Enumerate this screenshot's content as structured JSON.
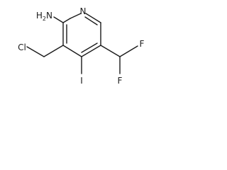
{
  "molecule": {
    "labels": {
      "amine_h": "H",
      "amine_sub": "2",
      "amine_n": "N",
      "ring_n": "N",
      "chlorine": "Cl",
      "iodine": "I",
      "fluorine_top": "F",
      "fluorine_bottom": "F"
    }
  }
}
